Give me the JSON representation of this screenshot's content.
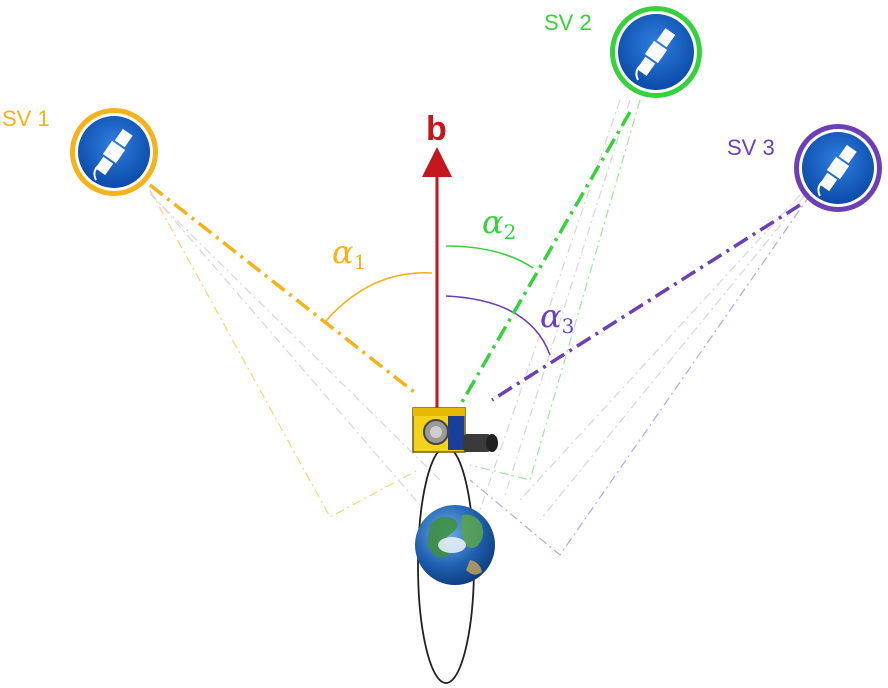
{
  "satellites": [
    {
      "id": "sv1",
      "label": "SV 1",
      "color": "#f5b21a"
    },
    {
      "id": "sv2",
      "label": "SV 2",
      "color": "#38d13e"
    },
    {
      "id": "sv3",
      "label": "SV 3",
      "color": "#6b3fb6"
    }
  ],
  "boresight": {
    "label": "b",
    "color": "#c4161c"
  },
  "angles": [
    {
      "symbol": "α",
      "subscript": "1",
      "color": "#f5b21a"
    },
    {
      "symbol": "α",
      "subscript": "2",
      "color": "#38d13e"
    },
    {
      "symbol": "α",
      "subscript": "3",
      "color": "#6b3fb6"
    }
  ],
  "icons": {
    "satellite": "satellite-icon",
    "spacecraft": "spacecraft-camera-icon",
    "earth": "earth-icon",
    "orbit": "orbit-ellipse-icon"
  }
}
